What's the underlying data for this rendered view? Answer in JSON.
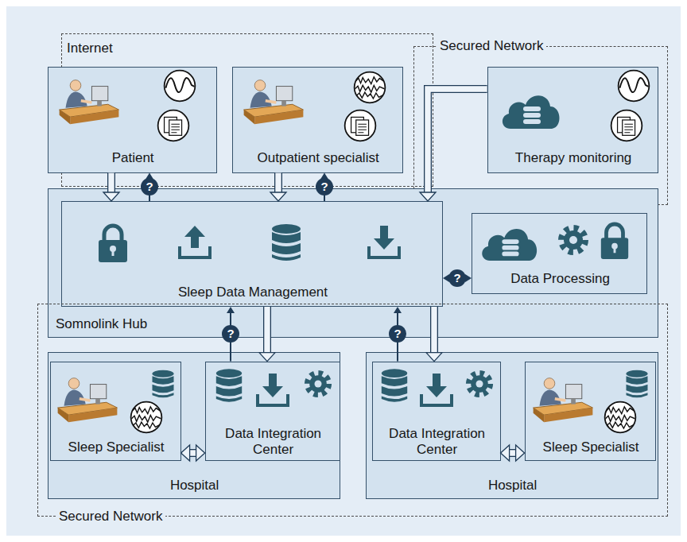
{
  "diagram": {
    "nodes": [
      {
        "text": [
          "Internet"
        ]
      },
      {
        "text": [
          "Patient"
        ],
        "in": 0
      },
      {
        "text": [
          "Outpatient specialist"
        ],
        "in": 0
      },
      {
        "text": [
          "Secured Network"
        ]
      },
      {
        "text": [
          "Therapy monitoring"
        ],
        "in": 3
      },
      {
        "text": [
          "Somnolink Hub"
        ]
      },
      {
        "text": [
          "Sleep Data Management"
        ],
        "in": 5
      },
      {
        "text": [
          "Data Processing"
        ],
        "in": 5
      },
      {
        "text": [
          "Secured Network"
        ]
      },
      {
        "text": [
          "Hospital"
        ],
        "in": 8
      },
      {
        "text": [
          "Sleep Specialist"
        ],
        "in": 9
      },
      {
        "text": [
          "Data Integration Center"
        ],
        "in": 9
      },
      {
        "text": [
          "Hospital"
        ],
        "in": 8
      },
      {
        "text": [
          "Data Integration Center"
        ],
        "in": 12
      },
      {
        "text": [
          "Sleep Specialist"
        ],
        "in": 12
      }
    ],
    "edges": [
      {
        "from": 1,
        "to": 6,
        "arrow": "to"
      },
      {
        "from": 6,
        "to": 1,
        "label": "?",
        "arrow": "to"
      },
      {
        "from": 2,
        "to": 6,
        "arrow": "to"
      },
      {
        "from": 6,
        "to": 2,
        "label": "?",
        "arrow": "to"
      },
      {
        "from": 4,
        "to": 6,
        "arrow": "to"
      },
      {
        "from": 6,
        "to": 7,
        "label": "?",
        "arrow": "both"
      },
      {
        "from": 11,
        "to": 6,
        "label": "?",
        "arrow": "to"
      },
      {
        "from": 6,
        "to": 11,
        "arrow": "to"
      },
      {
        "from": 13,
        "to": 6,
        "label": "?",
        "arrow": "to"
      },
      {
        "from": 6,
        "to": 13,
        "arrow": "to"
      },
      {
        "from": 10,
        "to": 11,
        "arrow": "both"
      },
      {
        "from": 13,
        "to": 14,
        "arrow": "both"
      }
    ]
  }
}
